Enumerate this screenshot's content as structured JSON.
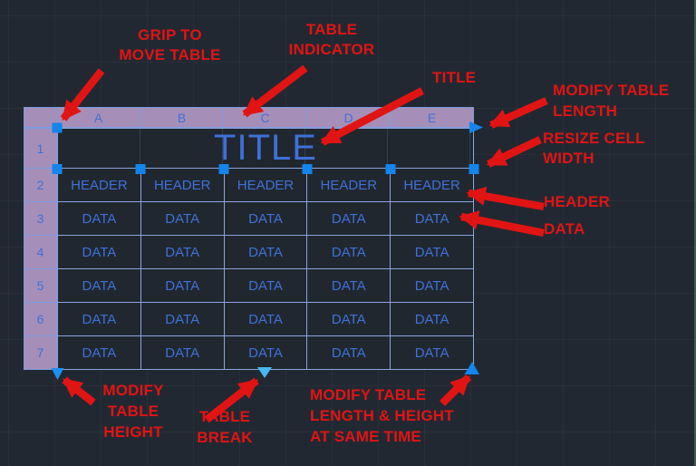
{
  "app": {
    "name": "AutoCAD table grips diagram",
    "background_color": "#222831",
    "right_edge_tint": "#5a8764"
  },
  "colors": {
    "annotation_red": "#e11414",
    "table_text_blue": "#3e71d8",
    "purple_band": "#a58fb8",
    "cell_border_blue": "#8ca4de",
    "grip_blue": "#1385ec",
    "grip_cyan": "#45b8f2"
  },
  "table": {
    "column_letters": [
      "A",
      "B",
      "C",
      "D",
      "E"
    ],
    "row_numbers": [
      "1",
      "2",
      "3",
      "4",
      "5",
      "6",
      "7"
    ],
    "title": "TITLE",
    "header_row": [
      "HEADER",
      "HEADER",
      "HEADER",
      "HEADER",
      "HEADER"
    ],
    "data_rows": [
      [
        "DATA",
        "DATA",
        "DATA",
        "DATA",
        "DATA"
      ],
      [
        "DATA",
        "DATA",
        "DATA",
        "DATA",
        "DATA"
      ],
      [
        "DATA",
        "DATA",
        "DATA",
        "DATA",
        "DATA"
      ],
      [
        "DATA",
        "DATA",
        "DATA",
        "DATA",
        "DATA"
      ],
      [
        "DATA",
        "DATA",
        "DATA",
        "DATA",
        "DATA"
      ]
    ]
  },
  "annotations": {
    "grip_to_move_table": "GRIP TO\nMOVE TABLE",
    "table_indicator": "TABLE\nINDICATOR",
    "title": "TITLE",
    "modify_table_length": "MODIFY TABLE\nLENGTH",
    "resize_cell_width": "RESIZE CELL\nWIDTH",
    "header": "HEADER",
    "data": "DATA",
    "modify_table_height": "MODIFY\nTABLE\nHEIGHT",
    "table_break": "TABLE\nBREAK",
    "modify_length_height": "MODIFY TABLE\nLENGTH &  HEIGHT\nAT SAME TIME"
  }
}
